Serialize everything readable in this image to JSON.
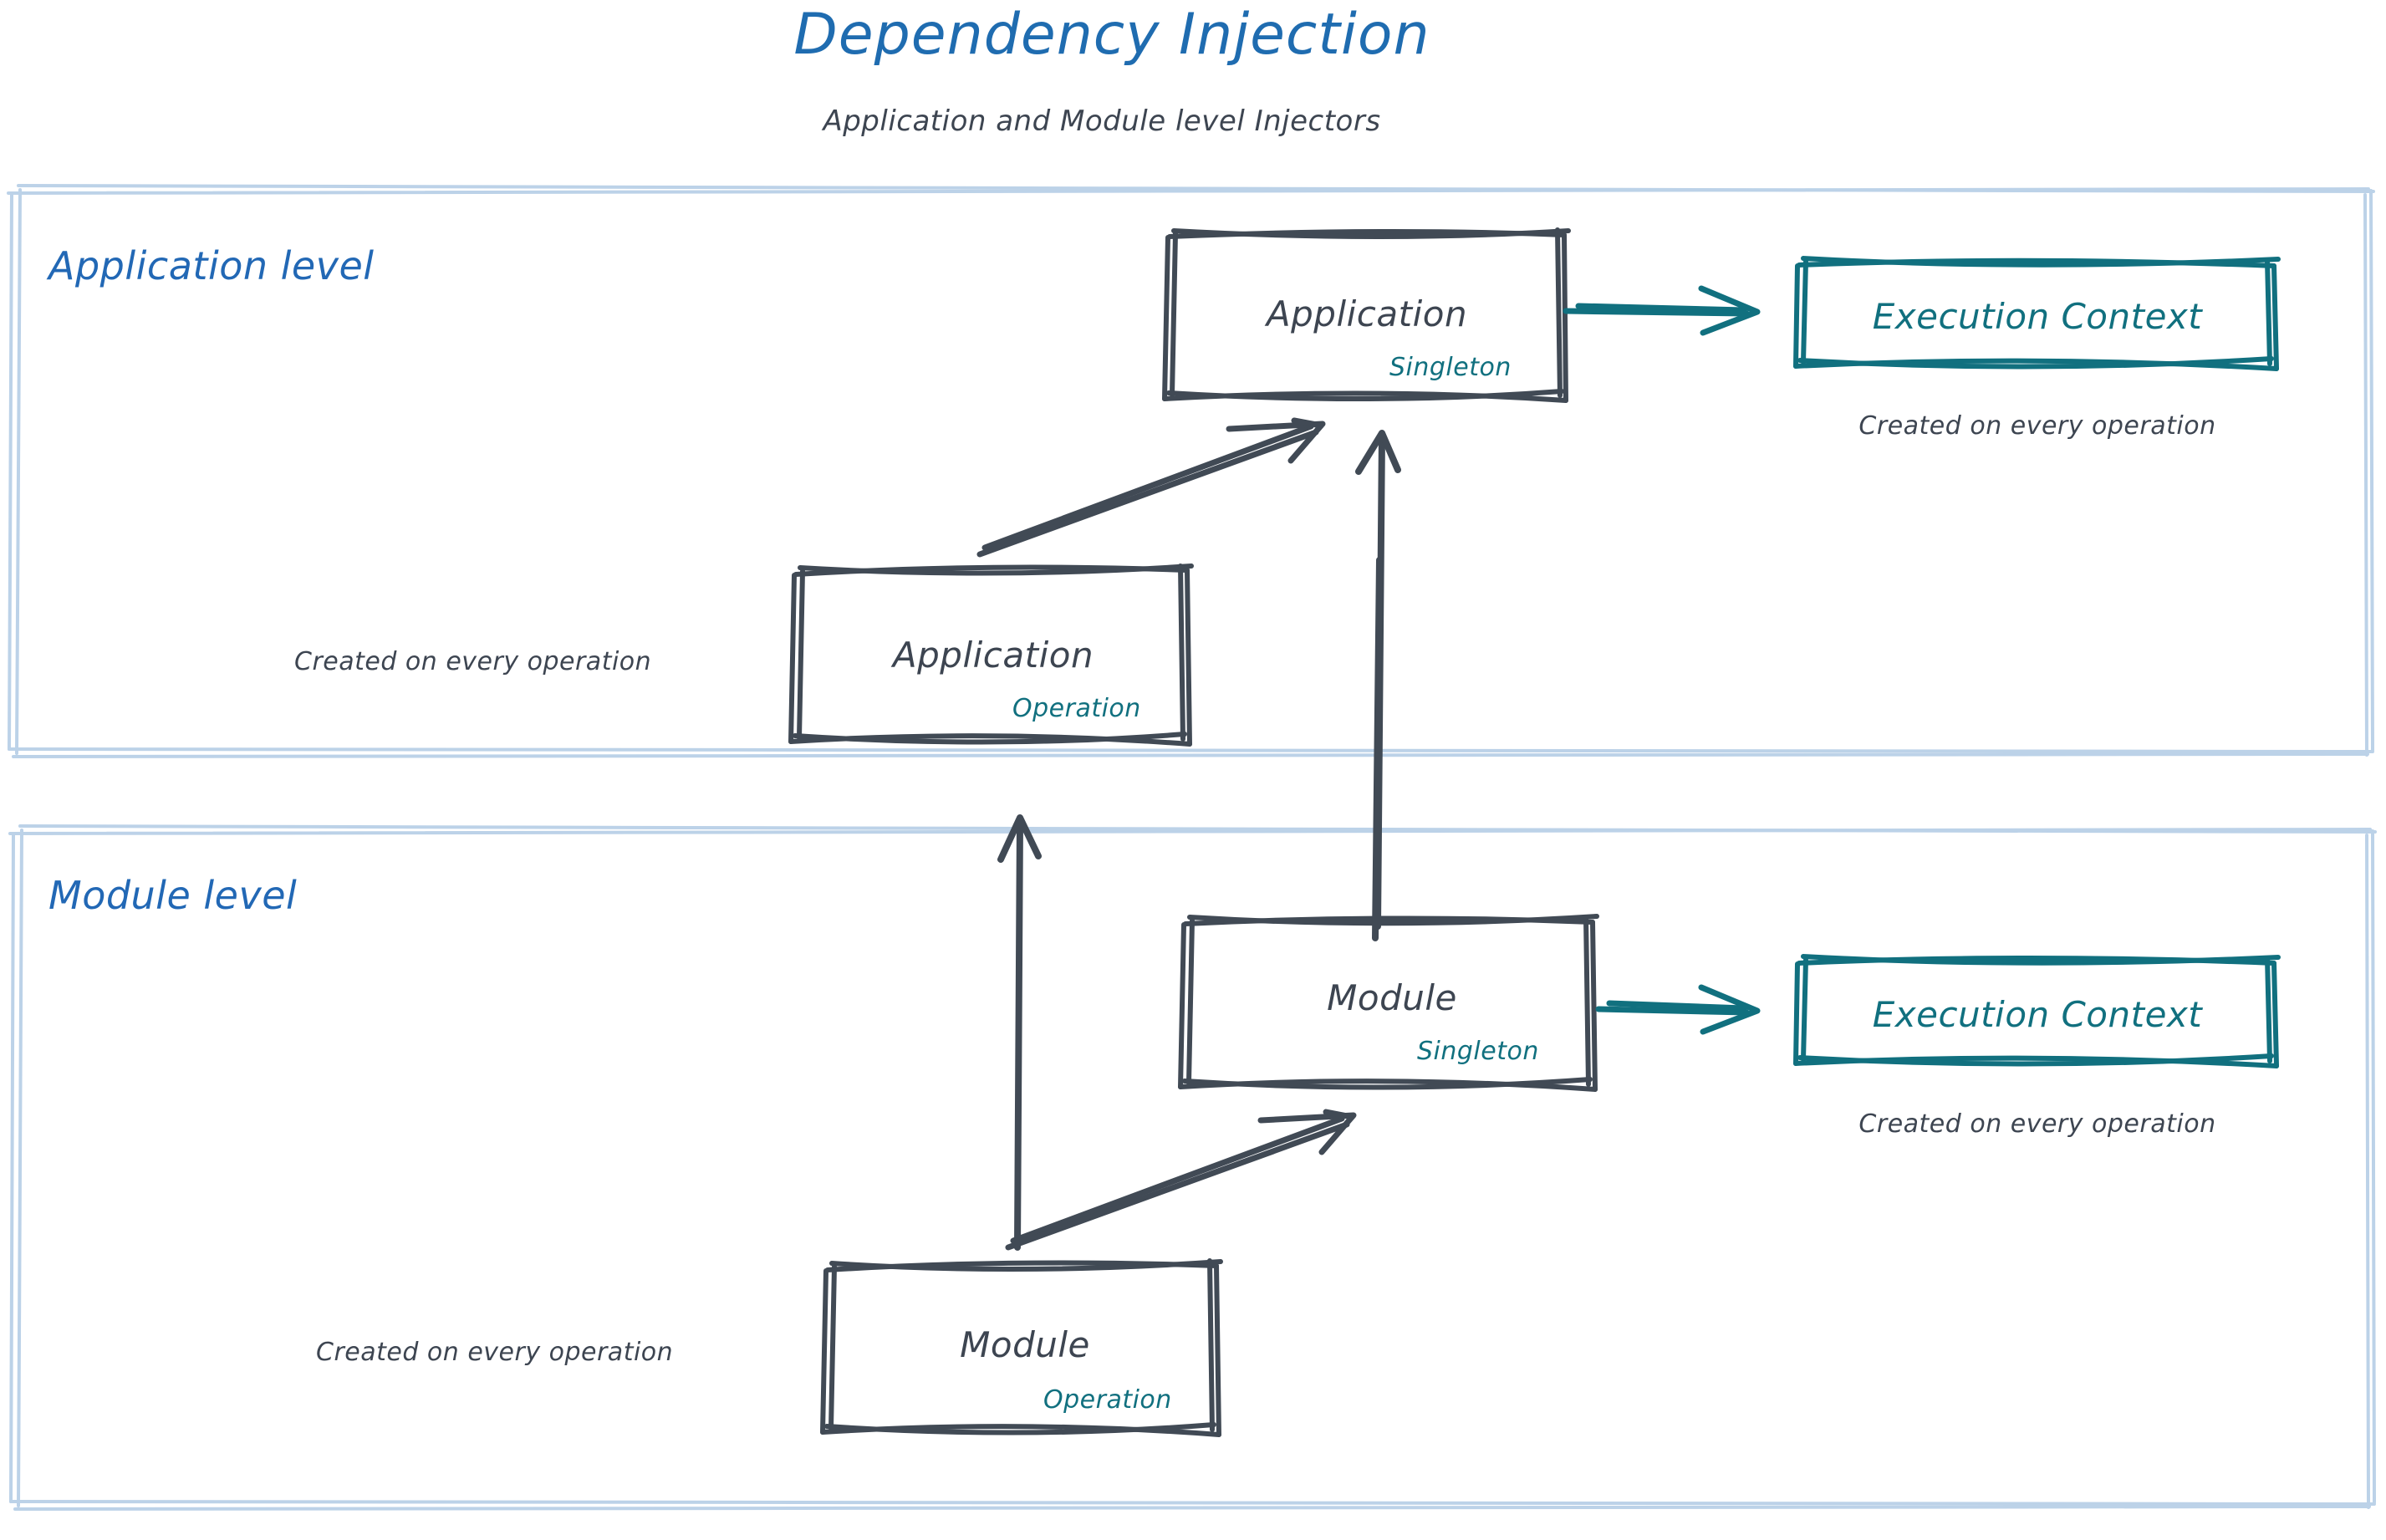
{
  "header": {
    "title": "Dependency Injection",
    "subtitle": "Application and Module level Injectors"
  },
  "colors": {
    "title_blue": "#1f6cb0",
    "section_blue": "#2268b5",
    "ink_gray": "#3d4551",
    "teal": "#11707f",
    "container_border": "#bcd2e8",
    "background": "#ffffff"
  },
  "sections": [
    {
      "id": "application-level",
      "label": "Application level",
      "nodes": [
        {
          "id": "application-singleton",
          "title": "Application",
          "scope": "Singleton"
        },
        {
          "id": "application-operation",
          "title": "Application",
          "scope": "Operation"
        },
        {
          "id": "application-execution-context",
          "title": "Execution Context"
        }
      ],
      "notes": [
        {
          "id": "note-app-exec-context",
          "text": "Created on every operation"
        },
        {
          "id": "note-app-operation",
          "text": "Created on every operation"
        }
      ]
    },
    {
      "id": "module-level",
      "label": "Module level",
      "nodes": [
        {
          "id": "module-singleton",
          "title": "Module",
          "scope": "Singleton"
        },
        {
          "id": "module-operation",
          "title": "Module",
          "scope": "Operation"
        },
        {
          "id": "module-execution-context",
          "title": "Execution Context"
        }
      ],
      "notes": [
        {
          "id": "note-module-exec-context",
          "text": "Created on every operation"
        },
        {
          "id": "note-module-operation",
          "text": "Created on every operation"
        }
      ]
    }
  ],
  "edges": [
    {
      "id": "edge-app-singleton-to-exec-context",
      "from": "application-singleton",
      "to": "application-execution-context",
      "style": "teal-arrow"
    },
    {
      "id": "edge-app-operation-to-app-singleton",
      "from": "application-operation",
      "to": "application-singleton",
      "style": "gray-double-arrow"
    },
    {
      "id": "edge-module-singleton-to-app-singleton",
      "from": "module-singleton",
      "to": "application-singleton",
      "style": "gray-long-arrow"
    },
    {
      "id": "edge-module-operation-to-app-level",
      "from": "module-operation",
      "to": "application-level",
      "style": "gray-long-arrow"
    },
    {
      "id": "edge-module-singleton-to-exec-context",
      "from": "module-singleton",
      "to": "module-execution-context",
      "style": "teal-arrow"
    },
    {
      "id": "edge-module-operation-to-module-singleton",
      "from": "module-operation",
      "to": "module-singleton",
      "style": "gray-double-arrow"
    }
  ]
}
